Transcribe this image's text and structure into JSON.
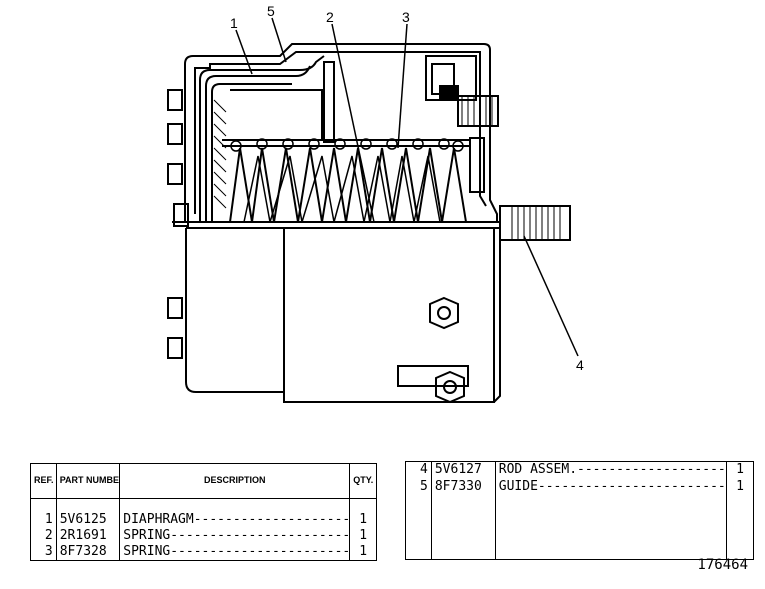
{
  "callouts": {
    "c1": "1",
    "c2": "2",
    "c3": "3",
    "c4": "4",
    "c5": "5"
  },
  "table_left": {
    "headers": {
      "ref": "REF. NO.",
      "part": "PART NUMBER",
      "desc": "DESCRIPTION",
      "qty": "QTY."
    },
    "rows": [
      {
        "ref": "1",
        "part": "5V6125",
        "desc": "DIAPHRAGM-----------------------",
        "qty": "1"
      },
      {
        "ref": "2",
        "part": "2R1691",
        "desc": "SPRING--------------------------",
        "qty": "1"
      },
      {
        "ref": "3",
        "part": "8F7328",
        "desc": "SPRING--------------------------",
        "qty": "1"
      }
    ]
  },
  "table_right": {
    "rows": [
      {
        "ref": "4",
        "part": "5V6127",
        "desc": "ROD ASSEM.----------------------",
        "qty": "1"
      },
      {
        "ref": "5",
        "part": "8F7330",
        "desc": "GUIDE---------------------------",
        "qty": "1"
      }
    ]
  },
  "drawing_number": "176464"
}
